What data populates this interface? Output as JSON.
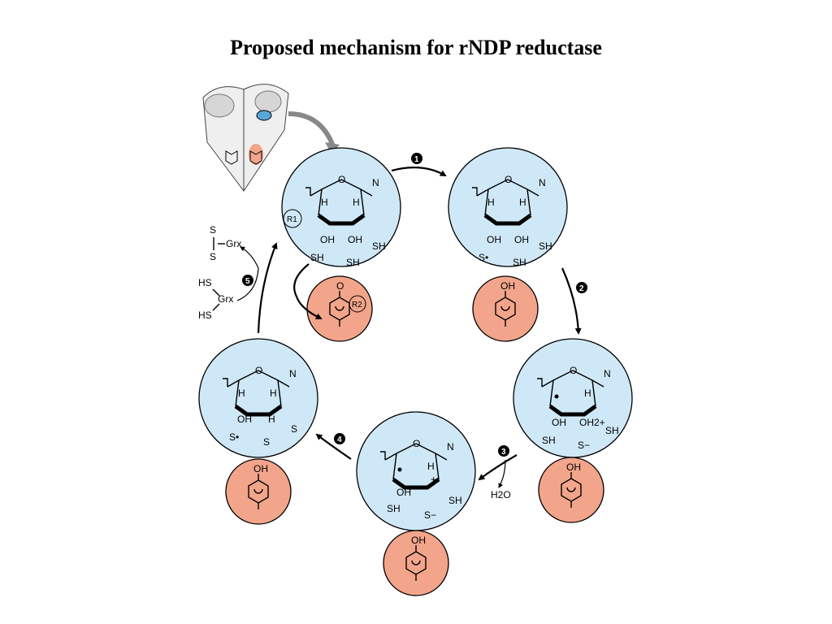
{
  "title": "Proposed mechanism for rNDP reductase",
  "labels": {
    "O": "O",
    "N": "N",
    "H": "H",
    "OH": "OH",
    "SH": "SH",
    "S": "S",
    "R1": "R1",
    "R2": "R2",
    "plus": "+",
    "OH2plus": "OH2+",
    "Sminus": "S−",
    "Sdot": "S•",
    "Grx": "Grx",
    "HS": "HS",
    "H2O": "H2O"
  },
  "steps": [
    "1",
    "2",
    "3",
    "4",
    "5"
  ],
  "colors": {
    "active_site_fill": "#cfe8f7",
    "tyrosyl_fill": "#f2a58a",
    "step_marker": "#000000"
  }
}
